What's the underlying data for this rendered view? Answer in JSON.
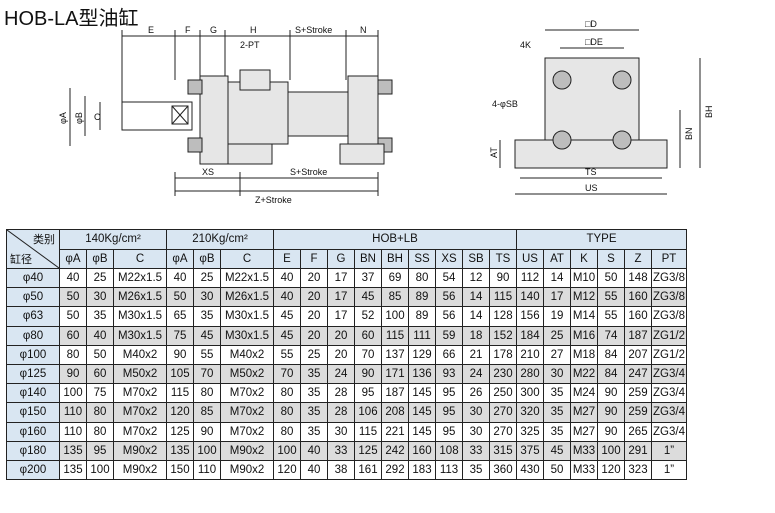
{
  "title": "HOB-LA型油缸",
  "drawing": {
    "side_labels": [
      "E",
      "F",
      "G",
      "H",
      "S+Stroke",
      "N",
      "2-PT",
      "φA",
      "φB",
      "C",
      "XS",
      "S+Stroke",
      "Z+Stroke"
    ],
    "end_labels": [
      "□D",
      "4K",
      "□DE",
      "4-φSB",
      "BH",
      "BN",
      "AT",
      "TS",
      "US"
    ]
  },
  "table": {
    "corner_top": "类别",
    "corner_bottom": "缸径",
    "group_140": "140Kg/cm²",
    "group_210": "210Kg/cm²",
    "group_hob": "HOB+LB",
    "group_type": "TYPE",
    "columns": [
      "φA",
      "φB",
      "C",
      "φA",
      "φB",
      "C",
      "E",
      "F",
      "G",
      "BN",
      "BH",
      "SS",
      "XS",
      "SB",
      "TS",
      "US",
      "AT",
      "K",
      "S",
      "Z",
      "PT"
    ],
    "rows": [
      [
        "φ40",
        "40",
        "25",
        "M22x1.5",
        "40",
        "25",
        "M22x1.5",
        "40",
        "20",
        "17",
        "37",
        "69",
        "80",
        "54",
        "12",
        "90",
        "112",
        "14",
        "M10",
        "50",
        "148",
        "ZG3/8"
      ],
      [
        "φ50",
        "50",
        "30",
        "M26x1.5",
        "50",
        "30",
        "M26x1.5",
        "40",
        "20",
        "17",
        "45",
        "85",
        "89",
        "56",
        "14",
        "115",
        "140",
        "17",
        "M12",
        "55",
        "160",
        "ZG3/8"
      ],
      [
        "φ63",
        "50",
        "35",
        "M30x1.5",
        "65",
        "35",
        "M30x1.5",
        "45",
        "20",
        "17",
        "52",
        "100",
        "89",
        "56",
        "14",
        "128",
        "156",
        "19",
        "M14",
        "55",
        "160",
        "ZG3/8"
      ],
      [
        "φ80",
        "60",
        "40",
        "M30x1.5",
        "75",
        "45",
        "M30x1.5",
        "45",
        "20",
        "20",
        "60",
        "115",
        "111",
        "59",
        "18",
        "152",
        "184",
        "25",
        "M16",
        "74",
        "187",
        "ZG1/2"
      ],
      [
        "φ100",
        "80",
        "50",
        "M40x2",
        "90",
        "55",
        "M40x2",
        "55",
        "25",
        "20",
        "70",
        "137",
        "129",
        "66",
        "21",
        "178",
        "210",
        "27",
        "M18",
        "84",
        "207",
        "ZG1/2"
      ],
      [
        "φ125",
        "90",
        "60",
        "M50x2",
        "105",
        "70",
        "M50x2",
        "70",
        "35",
        "24",
        "90",
        "171",
        "136",
        "93",
        "24",
        "230",
        "280",
        "30",
        "M22",
        "84",
        "247",
        "ZG3/4"
      ],
      [
        "φ140",
        "100",
        "75",
        "M70x2",
        "115",
        "80",
        "M70x2",
        "80",
        "35",
        "28",
        "95",
        "187",
        "145",
        "95",
        "26",
        "250",
        "300",
        "35",
        "M24",
        "90",
        "259",
        "ZG3/4"
      ],
      [
        "φ150",
        "110",
        "80",
        "M70x2",
        "120",
        "85",
        "M70x2",
        "80",
        "35",
        "28",
        "106",
        "208",
        "145",
        "95",
        "30",
        "270",
        "320",
        "35",
        "M27",
        "90",
        "259",
        "ZG3/4"
      ],
      [
        "φ160",
        "110",
        "80",
        "M70x2",
        "125",
        "90",
        "M70x2",
        "80",
        "35",
        "30",
        "115",
        "221",
        "145",
        "95",
        "30",
        "270",
        "325",
        "35",
        "M27",
        "90",
        "265",
        "ZG3/4"
      ],
      [
        "φ180",
        "135",
        "95",
        "M90x2",
        "135",
        "100",
        "M90x2",
        "100",
        "40",
        "33",
        "125",
        "242",
        "160",
        "108",
        "33",
        "315",
        "375",
        "45",
        "M33",
        "100",
        "291",
        "1”"
      ],
      [
        "φ200",
        "135",
        "100",
        "M90x2",
        "150",
        "110",
        "M90x2",
        "120",
        "40",
        "38",
        "161",
        "292",
        "183",
        "113",
        "35",
        "360",
        "430",
        "50",
        "M33",
        "120",
        "323",
        "1”"
      ]
    ]
  }
}
